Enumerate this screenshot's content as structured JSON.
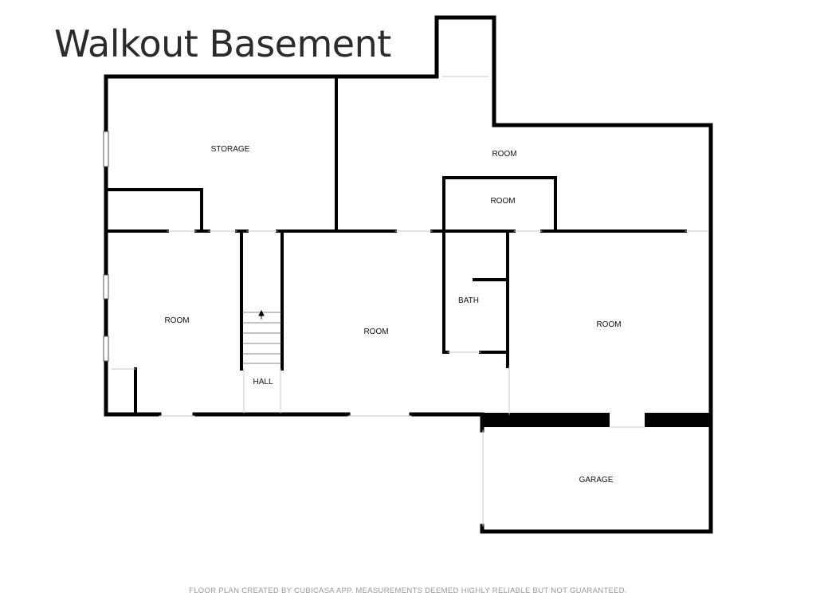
{
  "title": "Walkout Basement",
  "rooms": {
    "storage": "STORAGE",
    "room_top_right": "ROOM",
    "room_small": "ROOM",
    "room_left": "ROOM",
    "room_center": "ROOM",
    "bath": "BATH",
    "room_right": "ROOM",
    "hall": "HALL",
    "garage": "GARAGE"
  },
  "footer": "FLOOR PLAN CREATED BY CUBICASA APP. MEASUREMENTS DEEMED HIGHLY RELIABLE BUT NOT GUARANTEED."
}
